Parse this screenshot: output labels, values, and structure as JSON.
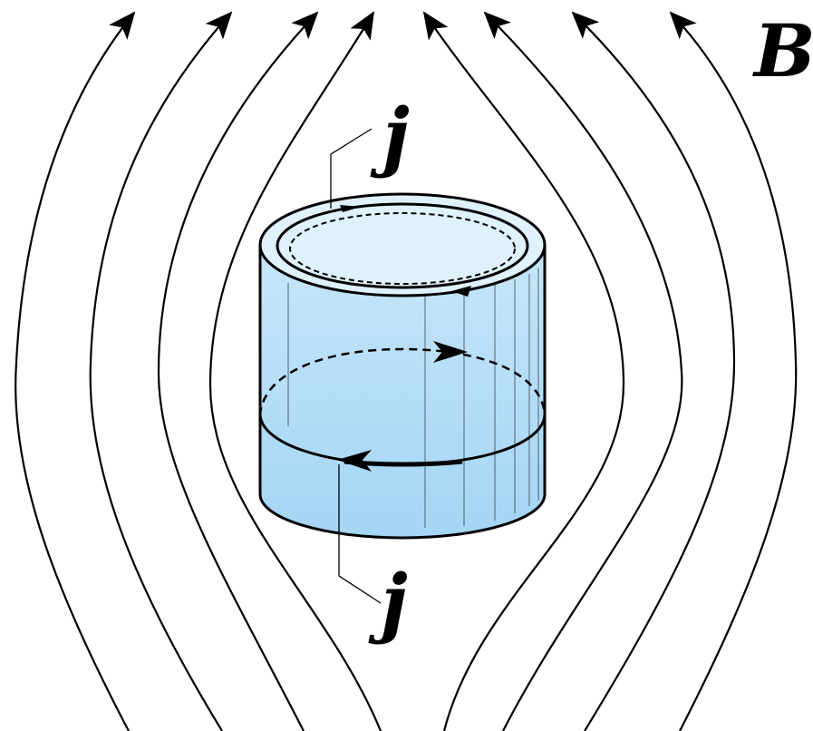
{
  "labels": {
    "field": "B",
    "current_top": "j",
    "current_bottom": "j"
  },
  "colors": {
    "line": "#000000",
    "cylinder_side": "#a9d8f5",
    "cylinder_top": "#dff1fd",
    "background": "#ffffff"
  },
  "field_lines": {
    "count": 8,
    "direction": "up"
  }
}
